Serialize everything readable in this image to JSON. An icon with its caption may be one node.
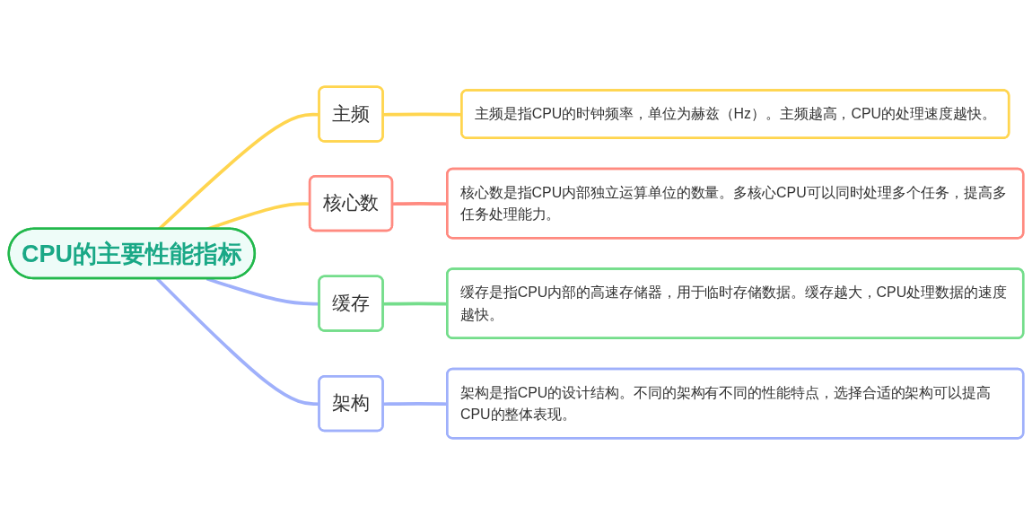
{
  "diagram": {
    "nodes": [
      {
        "text": [
          "CPU的主要性能指标"
        ]
      },
      {
        "text": [
          "主频"
        ]
      },
      {
        "text": [
          "主频是指CPU的时钟频率，单位为赫兹（Hz）。主频越高，CPU的处理速度越快。"
        ]
      },
      {
        "text": [
          "核心数"
        ]
      },
      {
        "text": [
          "核心数是指CPU内部独立运算单位的数量。多核心CPU可以同时处理多个任务，提高多任务处理能力。"
        ]
      },
      {
        "text": [
          "缓存"
        ]
      },
      {
        "text": [
          "缓存是指CPU内部的高速存储器，用于临时存储数据。缓存越大，CPU处理数据的速度越快。"
        ]
      },
      {
        "text": [
          "架构"
        ]
      },
      {
        "text": [
          "架构是指CPU的设计结构。不同的架构有不同的性能特点，选择合适的架构可以提高CPU的整体表现。"
        ]
      }
    ],
    "edges": [
      {
        "from": 0,
        "to": 1,
        "arrow": "none",
        "color": "#ffd54f"
      },
      {
        "from": 0,
        "to": 3,
        "arrow": "none",
        "color": "#ffd54f"
      },
      {
        "from": 0,
        "to": 5,
        "arrow": "none",
        "color": "#9fb0fb"
      },
      {
        "from": 0,
        "to": 7,
        "arrow": "none",
        "color": "#9fb0fb"
      },
      {
        "from": 1,
        "to": 2,
        "arrow": "none",
        "color": "#ffd54f"
      },
      {
        "from": 3,
        "to": 4,
        "arrow": "none",
        "color": "#ff8a80"
      },
      {
        "from": 5,
        "to": 6,
        "arrow": "none",
        "color": "#74dd8b"
      },
      {
        "from": 7,
        "to": 8,
        "arrow": "none",
        "color": "#9fb0fb"
      }
    ]
  }
}
